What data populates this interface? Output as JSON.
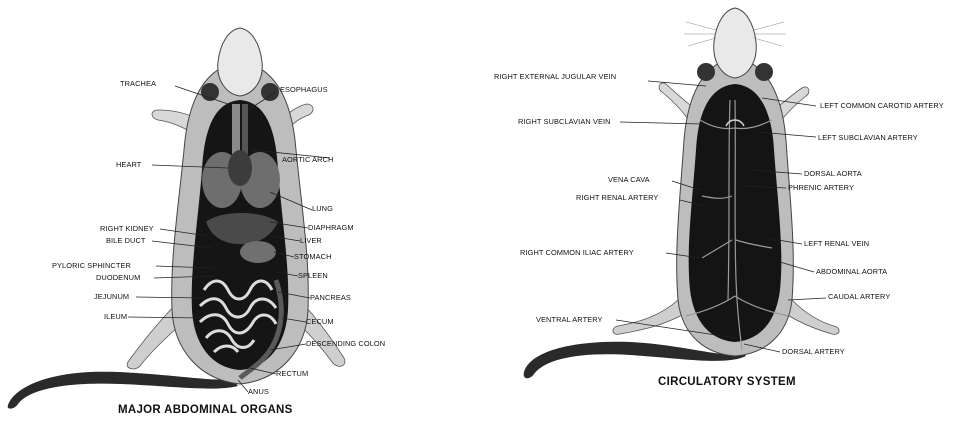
{
  "left": {
    "caption": "MAJOR ABDOMINAL ORGANS",
    "labels": {
      "trachea": "TRACHEA",
      "esophagus": "ESOPHAGUS",
      "heart": "HEART",
      "aortic_arch": "AORTIC ARCH",
      "lung": "LUNG",
      "right_kidney": "RIGHT KIDNEY",
      "diaphragm": "DIAPHRAGM",
      "bile_duct": "BILE DUCT",
      "liver": "LIVER",
      "stomach": "STOMACH",
      "pyloric_sphincter": "PYLORIC SPHINCTER",
      "duodenum": "DUODENUM",
      "spleen": "SPLEEN",
      "jejunum": "JEJUNUM",
      "pancreas": "PANCREAS",
      "ileum": "ILEUM",
      "cecum": "CECUM",
      "descending_colon": "DESCENDING COLON",
      "rectum": "RECTUM",
      "anus": "ANUS"
    }
  },
  "right": {
    "caption": "CIRCULATORY SYSTEM",
    "labels": {
      "right_external_jugular_vein": "RIGHT EXTERNAL JUGULAR VEIN",
      "left_common_carotid_artery": "LEFT COMMON CAROTID ARTERY",
      "right_subclavian_vein": "RIGHT SUBCLAVIAN VEIN",
      "left_subclavian_artery": "LEFT SUBCLAVIAN ARTERY",
      "vena_cava": "VENA CAVA",
      "dorsal_aorta": "DORSAL AORTA",
      "right_renal_artery": "RIGHT RENAL ARTERY",
      "phrenic_artery": "PHRENIC ARTERY",
      "left_renal_vein": "LEFT RENAL VEIN",
      "right_common_iliac_artery": "RIGHT COMMON ILIAC ARTERY",
      "abdominal_aorta": "ABDOMINAL AORTA",
      "caudal_artery": "CAUDAL ARTERY",
      "ventral_artery": "VENTRAL ARTERY",
      "dorsal_artery": "DORSAL ARTERY"
    }
  }
}
